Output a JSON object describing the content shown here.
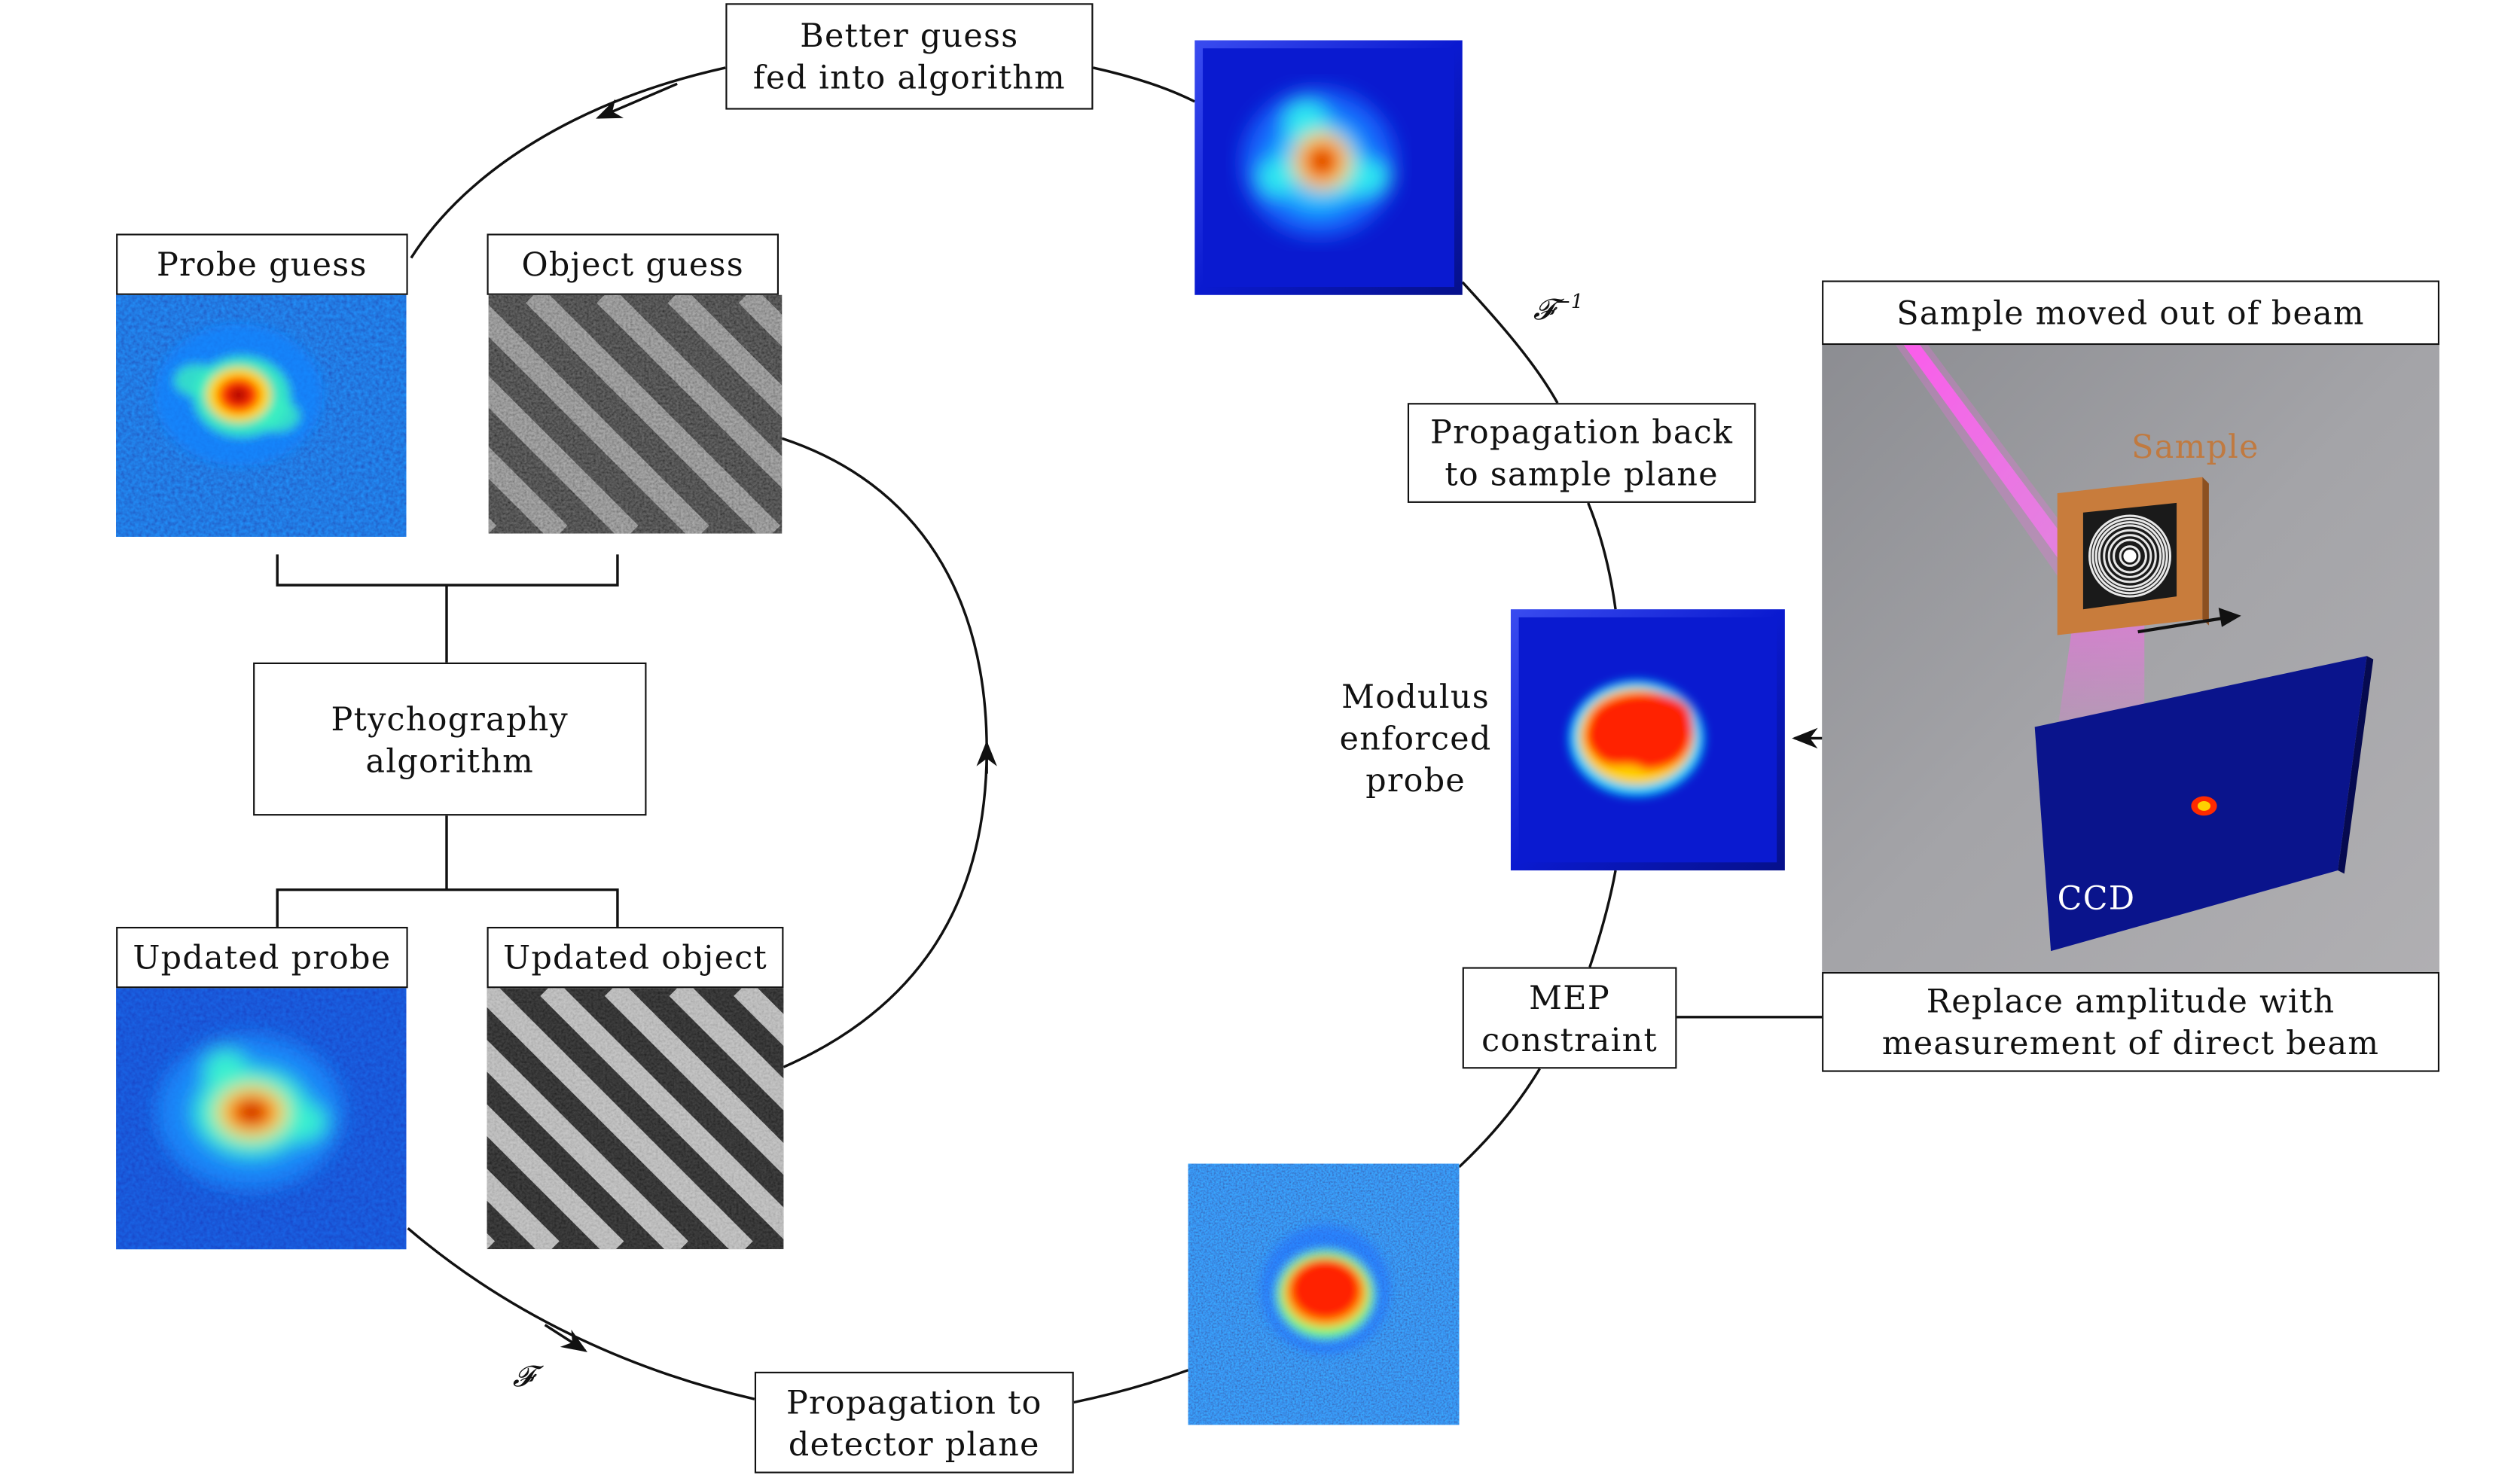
{
  "boxes": {
    "better_guess": [
      "Better guess",
      "fed into algorithm"
    ],
    "probe_guess": "Probe guess",
    "object_guess": "Object guess",
    "ptychography": [
      "Ptychography",
      "algorithm"
    ],
    "updated_probe": "Updated probe",
    "updated_object": "Updated object",
    "propagation_back": [
      "Propagation back",
      "to sample plane"
    ],
    "propagation_to": [
      "Propagation to",
      "detector plane"
    ],
    "mep": [
      "MEP",
      "constraint"
    ],
    "sample_moved": "Sample moved out of beam",
    "replace_amplitude": [
      "Replace amplitude with",
      "measurement of direct beam"
    ]
  },
  "labels": {
    "modulus": [
      "Modulus",
      "enforced",
      "probe"
    ],
    "fourier": "𝓕",
    "inverse_fourier": "𝓕",
    "inverse_exponent": "−1",
    "sample": "Sample",
    "ccd": "CCD"
  },
  "colors": {
    "jet_low": "#0a14c8",
    "jet_mid": "#12d8ff",
    "jet_high": "#ff2a00",
    "jet_peak": "#b00000",
    "sample_frame": "#c87c3c",
    "beam": "#ff66ee",
    "ccd_panel": "#0a148c",
    "lab_background": "#9a9a9e"
  },
  "icons": {
    "arrow": "arrowhead-icon",
    "scan_direction": "right-arrow-icon"
  }
}
